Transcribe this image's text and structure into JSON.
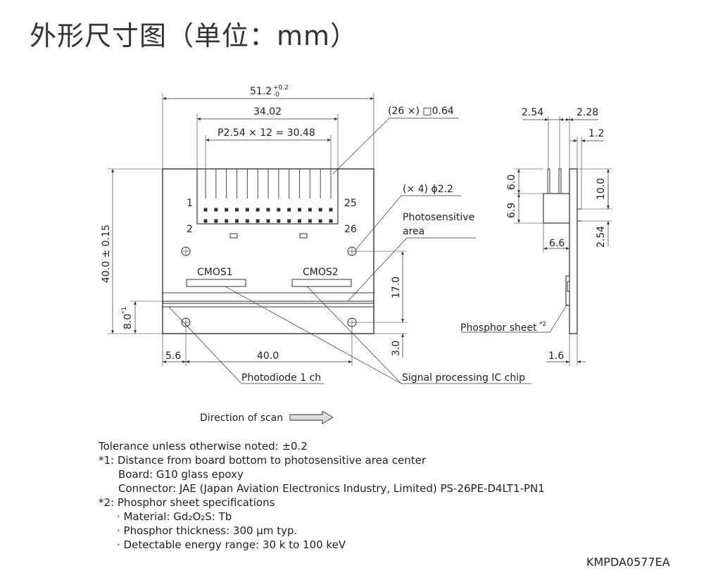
{
  "title": "外形尺寸图（单位：mm）",
  "front_view": {
    "dim_total_width": "51.2",
    "dim_total_width_tol": "+0.2",
    "dim_total_width_tol_lower": "-0",
    "dim_connector_width": "34.02",
    "dim_pitch": "P2.54 × 12 = 30.48",
    "pin_callout": "(26 ×) □0.64",
    "pin_1": "1",
    "pin_2": "2",
    "pin_25": "25",
    "pin_26": "26",
    "hole_callout": "(× 4) ϕ2.2",
    "photosensitive_label_1": "Photosensitive",
    "photosensitive_label_2": "area",
    "cmos1": "CMOS1",
    "cmos2": "CMOS2",
    "dim_height": "40.0 ± 0.15",
    "dim_8": "8.0",
    "dim_8_note": "*1",
    "dim_17": "17.0",
    "dim_3": "3.0",
    "dim_5_6": "5.6",
    "dim_40": "40.0",
    "photodiode_label": "Photodiode 1 ch",
    "ic_label": "Signal processing IC chip"
  },
  "side_view": {
    "dim_2_54_top": "2.54",
    "dim_2_28": "2.28",
    "dim_1_2": "1.2",
    "dim_6_0": "6.0",
    "dim_6_9": "6.9",
    "dim_10_0": "10.0",
    "dim_2_54_side": "2.54",
    "dim_6_6": "6.6",
    "phosphor_label": "Phosphor sheet",
    "phosphor_note": "*2",
    "dim_1_6": "1.6"
  },
  "scan_label": "Direction of scan",
  "notes": {
    "tolerance": "Tolerance unless otherwise noted: ±0.2",
    "note1": "*1: Distance from board bottom to photosensitive area center",
    "board": "Board: G10 glass epoxy",
    "connector": "Connector: JAE (Japan Aviation Electronics Industry, Limited) PS-26PE-D4LT1-PN1",
    "note2": "*2: Phosphor sheet specifications",
    "material": "· Material: Gd₂O₂S: Tb",
    "thickness": "· Phosphor thickness: 300 μm typ.",
    "energy": "· Detectable energy range: 30 k to 100 keV"
  },
  "doc_id": "KMPDA0577EA"
}
